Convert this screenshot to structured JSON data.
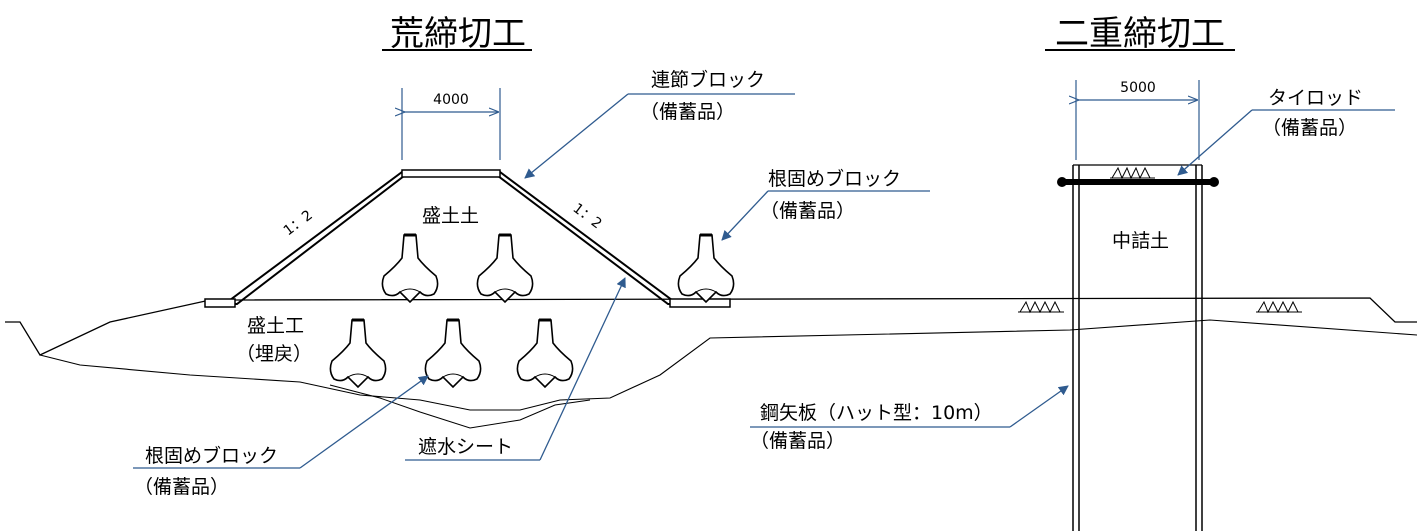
{
  "titles": {
    "left": "荒締切工",
    "right": "二重締切工"
  },
  "dimensions": {
    "left_crest_width": "4000",
    "right_width": "5000"
  },
  "slopes": {
    "left": "1：2",
    "right": "1：2"
  },
  "labels": {
    "embankment_soil": "盛土土",
    "embankment_work_line1": "盛土工",
    "embankment_work_line2": "（埋戻）",
    "fill_soil": "中詰土"
  },
  "callouts": {
    "connected_block_line1": "連節ブロック",
    "connected_block_line2": "（備蓄品）",
    "root_block_right_line1": "根固めブロック",
    "root_block_right_line2": "（備蓄品）",
    "root_block_left_line1": "根固めブロック",
    "root_block_left_line2": "（備蓄品）",
    "waterproof_sheet": "遮水シート",
    "tie_rod_line1": "タイロッド",
    "tie_rod_line2": "（備蓄品）",
    "sheet_pile_line1": "鋼矢板（ハット型：10m）",
    "sheet_pile_line2": "（備蓄品）"
  },
  "colors": {
    "leader": "#2f5b8f",
    "line": "#000000"
  }
}
